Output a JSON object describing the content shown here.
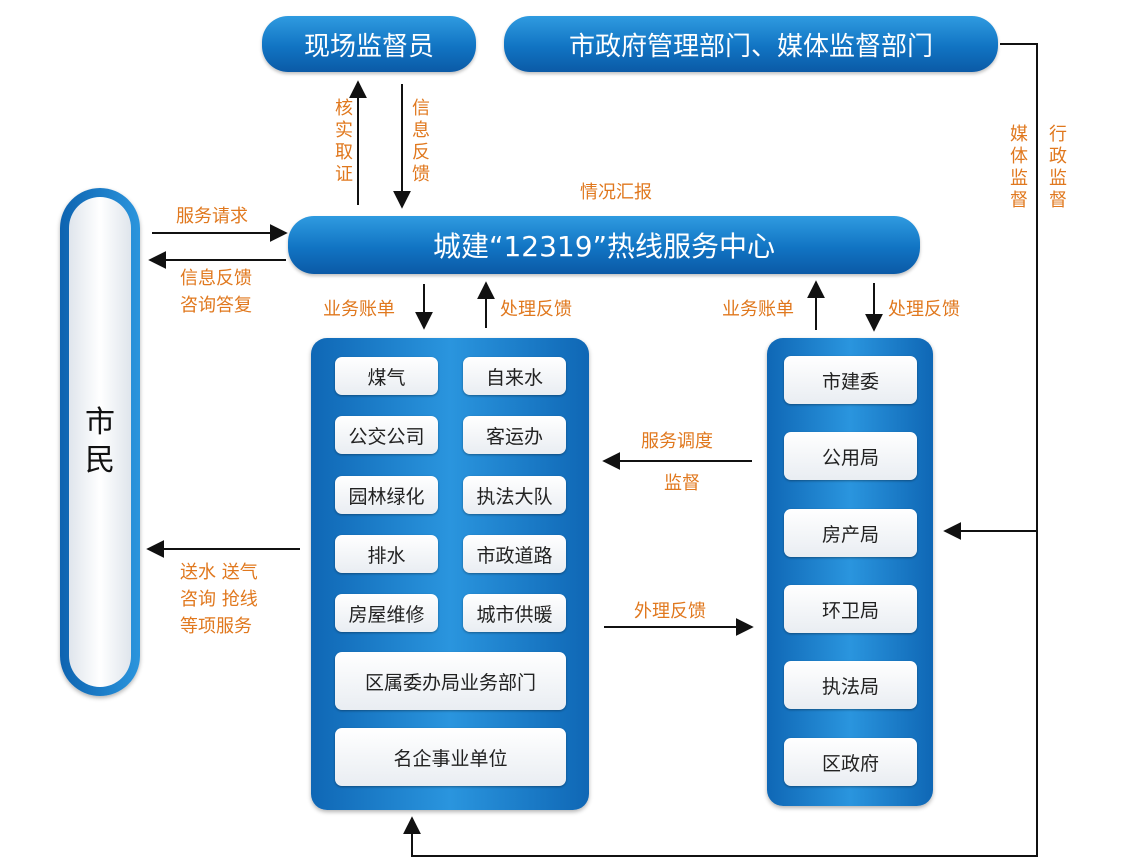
{
  "nodes": {
    "inspector": "现场监督员",
    "government": "市政府管理部门、媒体监督部门",
    "center": "城建“12319”热线服务中心",
    "citizen": "市民"
  },
  "left_panel": {
    "items": [
      "煤气",
      "自来水",
      "公交公司",
      "客运办",
      "园林绿化",
      "执法大队",
      "排水",
      "市政道路",
      "房屋维修",
      "城市供暖"
    ],
    "wide_items": [
      "区属委办局业务部门",
      "名企事业单位"
    ]
  },
  "right_panel": {
    "items": [
      "市建委",
      "公用局",
      "房产局",
      "环卫局",
      "执法局",
      "区政府"
    ]
  },
  "labels": {
    "verify": "核实取证",
    "info_feedback_v": "信息反馈",
    "report": "情况汇报",
    "service_request": "服务请求",
    "info_feedback": "信息反馈",
    "consult_reply": "咨询答复",
    "business_bill_left": "业务账单",
    "process_feedback_left": "处理反馈",
    "business_bill_right": "业务账单",
    "process_feedback_right": "处理反馈",
    "dispatch": "服务调度",
    "supervise": "监督",
    "external_feedback": "外理反馈",
    "service_line1": "送水 送气",
    "service_line2": "咨询 抢线",
    "service_line3": "等项服务",
    "media_supervise": "媒体监督",
    "admin_supervise": "行政监督"
  },
  "colors": {
    "accent": "#e0781e",
    "blue": "#1174c3"
  }
}
